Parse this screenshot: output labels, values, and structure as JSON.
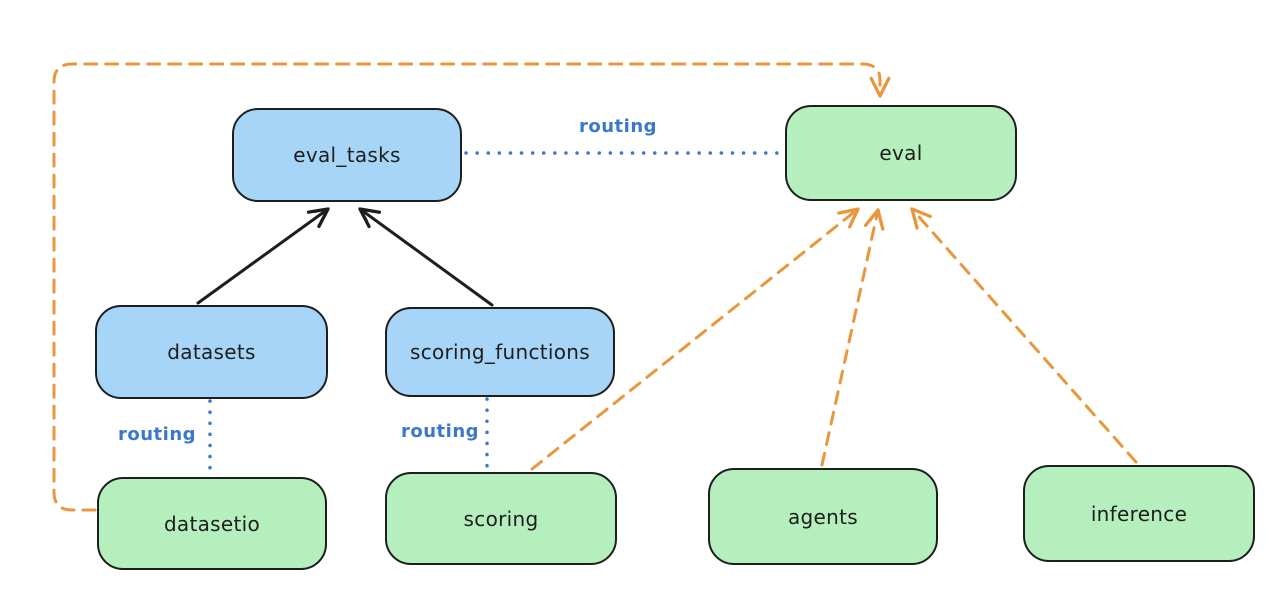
{
  "diagram": {
    "nodes": {
      "eval_tasks": {
        "label": "eval_tasks",
        "kind": "api"
      },
      "eval": {
        "label": "eval",
        "kind": "provider"
      },
      "datasets": {
        "label": "datasets",
        "kind": "api"
      },
      "scoring_functions": {
        "label": "scoring_functions",
        "kind": "api"
      },
      "datasetio": {
        "label": "datasetio",
        "kind": "provider"
      },
      "scoring": {
        "label": "scoring",
        "kind": "provider"
      },
      "agents": {
        "label": "agents",
        "kind": "provider"
      },
      "inference": {
        "label": "inference",
        "kind": "provider"
      }
    },
    "edges": {
      "eval_tasks_to_eval": {
        "label": "routing",
        "style": "dotted-blue"
      },
      "datasets_to_datasetio": {
        "label": "routing",
        "style": "dotted-blue"
      },
      "scoring_functions_to_scoring": {
        "label": "routing",
        "style": "dotted-blue"
      },
      "datasets_to_eval_tasks": {
        "style": "solid-black-arrow"
      },
      "scoring_functions_to_eval_tasks": {
        "style": "solid-black-arrow"
      },
      "datasetio_to_eval": {
        "style": "dashed-orange-arrow"
      },
      "scoring_to_eval": {
        "style": "dashed-orange-arrow"
      },
      "agents_to_eval": {
        "style": "dashed-orange-arrow"
      },
      "inference_to_eval": {
        "style": "dashed-orange-arrow"
      }
    },
    "colors": {
      "background": "#ffffff",
      "box_stroke": "#1e1e1e",
      "api_box_fill": "#a6d5f8",
      "provider_box_fill": "#b4efbd",
      "routing_blue": "#3b78c8",
      "orange_dashed": "#e9973d"
    }
  }
}
